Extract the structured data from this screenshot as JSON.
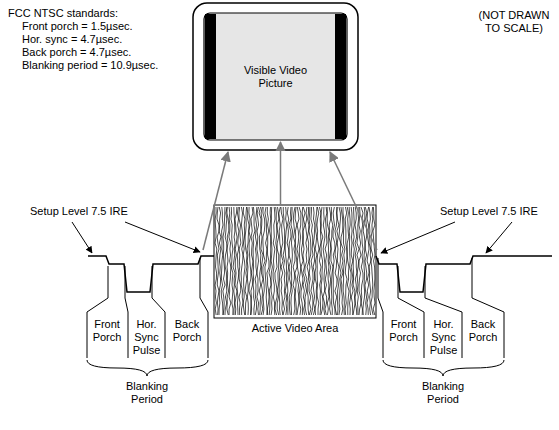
{
  "diagram": {
    "nodes": [
      {
        "text": [
          "Visible Video Picture"
        ]
      },
      {
        "text": [
          "Active Video Area"
        ]
      }
    ],
    "edges": [
      {
        "from": 1,
        "to": 0,
        "arrow": "to"
      }
    ],
    "labels": [
      "FCC NTSC standards:",
      "Front porch = 1.5µsec.",
      "Hor. sync = 4.7µsec.",
      "Back porch = 4.7µsec.",
      "Blanking period = 10.9µsec.",
      "(NOT DRAWN TO SCALE)",
      "Setup Level 7.5 IRE",
      "Setup Level 7.5 IRE",
      "Front Porch",
      "Hor. Sync Pulse",
      "Back Porch",
      "Blanking Period",
      "Front Porch",
      "Hor. Sync Pulse",
      "Back Porch",
      "Blanking Period"
    ]
  }
}
